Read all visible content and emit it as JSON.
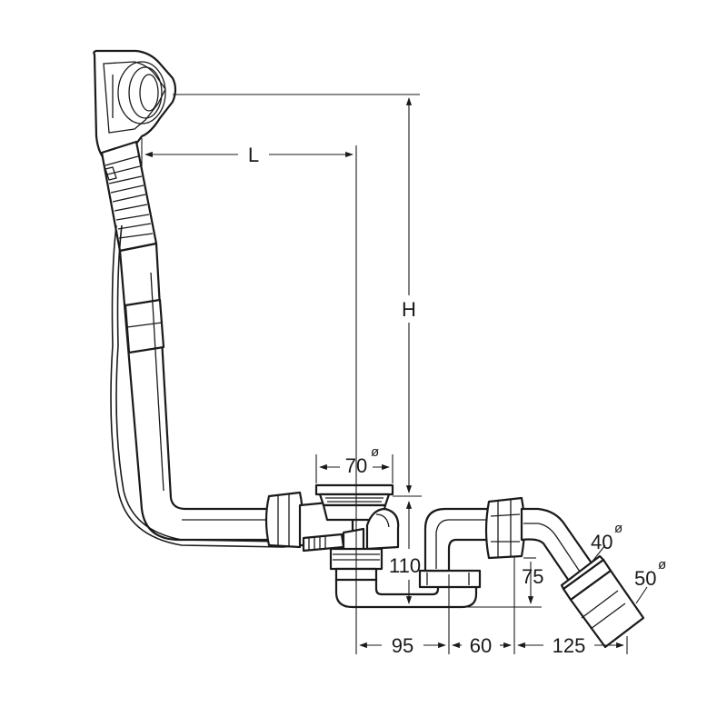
{
  "dimensions": {
    "length": "L",
    "height": "H",
    "drain_diameter": {
      "value": "70",
      "symbol": "ø"
    },
    "depth": "110",
    "trap_height": "75",
    "outlet_inner_diameter": {
      "value": "40",
      "symbol": "ø"
    },
    "outlet_outer_diameter": {
      "value": "50",
      "symbol": "ø"
    },
    "offset_1": "95",
    "offset_2": "60",
    "offset_3": "125"
  },
  "colors": {
    "line": "#1a1a1a",
    "background": "#ffffff"
  }
}
